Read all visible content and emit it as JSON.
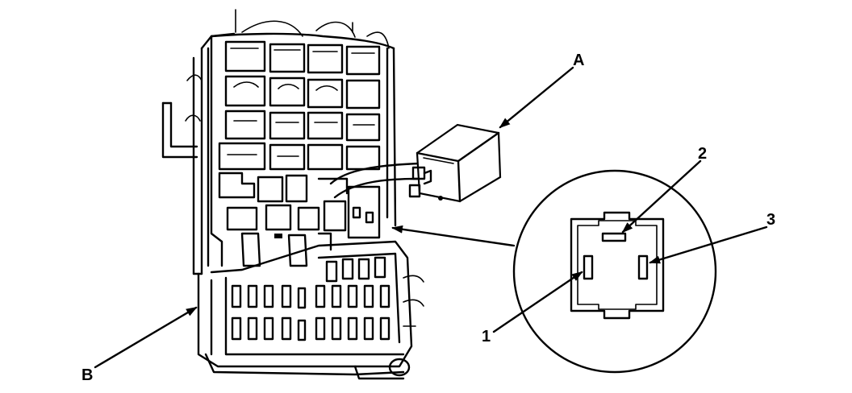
{
  "diagram": {
    "labels": {
      "relay": "A",
      "fuse_box": "B",
      "terminal_1": "1",
      "terminal_2": "2",
      "terminal_3": "3"
    },
    "colors": {
      "ink": "#000000",
      "paper": "#ffffff"
    }
  }
}
